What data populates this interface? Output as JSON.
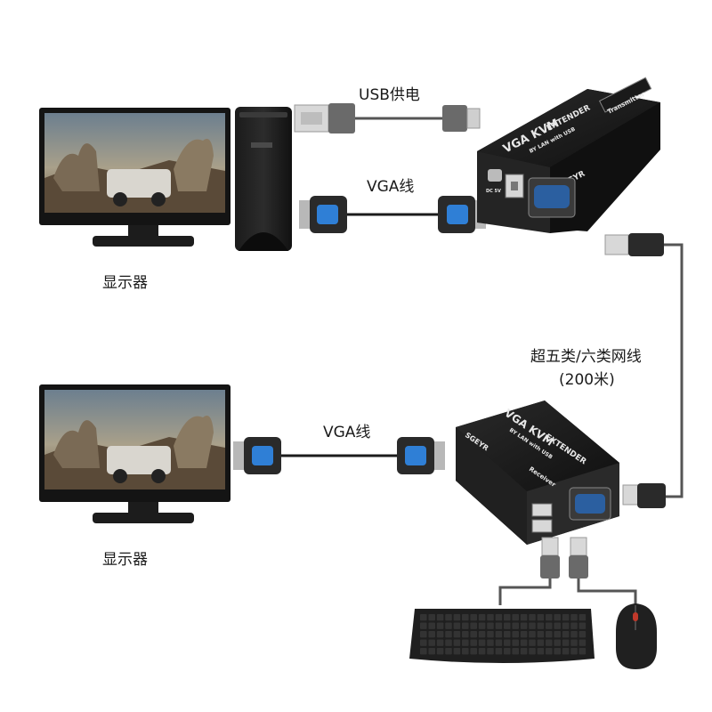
{
  "labels": {
    "usb_power": "USB供电",
    "vga_cable_top": "VGA线",
    "vga_cable_bottom": "VGA线",
    "monitor_top": "显示器",
    "monitor_bottom": "显示器",
    "network_cable": "超五类/六类网线",
    "network_distance": "(200米)"
  },
  "transmitter": {
    "title": "VGA KVM",
    "subtitle": "EXTENDER",
    "tagline": "BY LAN with USB",
    "role": "Transmitter",
    "brand": "SGEYR",
    "port_dc": "DC 5V"
  },
  "receiver": {
    "title": "VGA KVM",
    "subtitle": "EXTENDER",
    "tagline": "BY LAN with USB",
    "role": "Receiver",
    "brand": "SGEYR"
  },
  "colors": {
    "cable": "#555555",
    "connector_blue": "#2f7fd6",
    "device_body": "#1c1c1c",
    "monitor_bezel": "#1a1a1a"
  }
}
